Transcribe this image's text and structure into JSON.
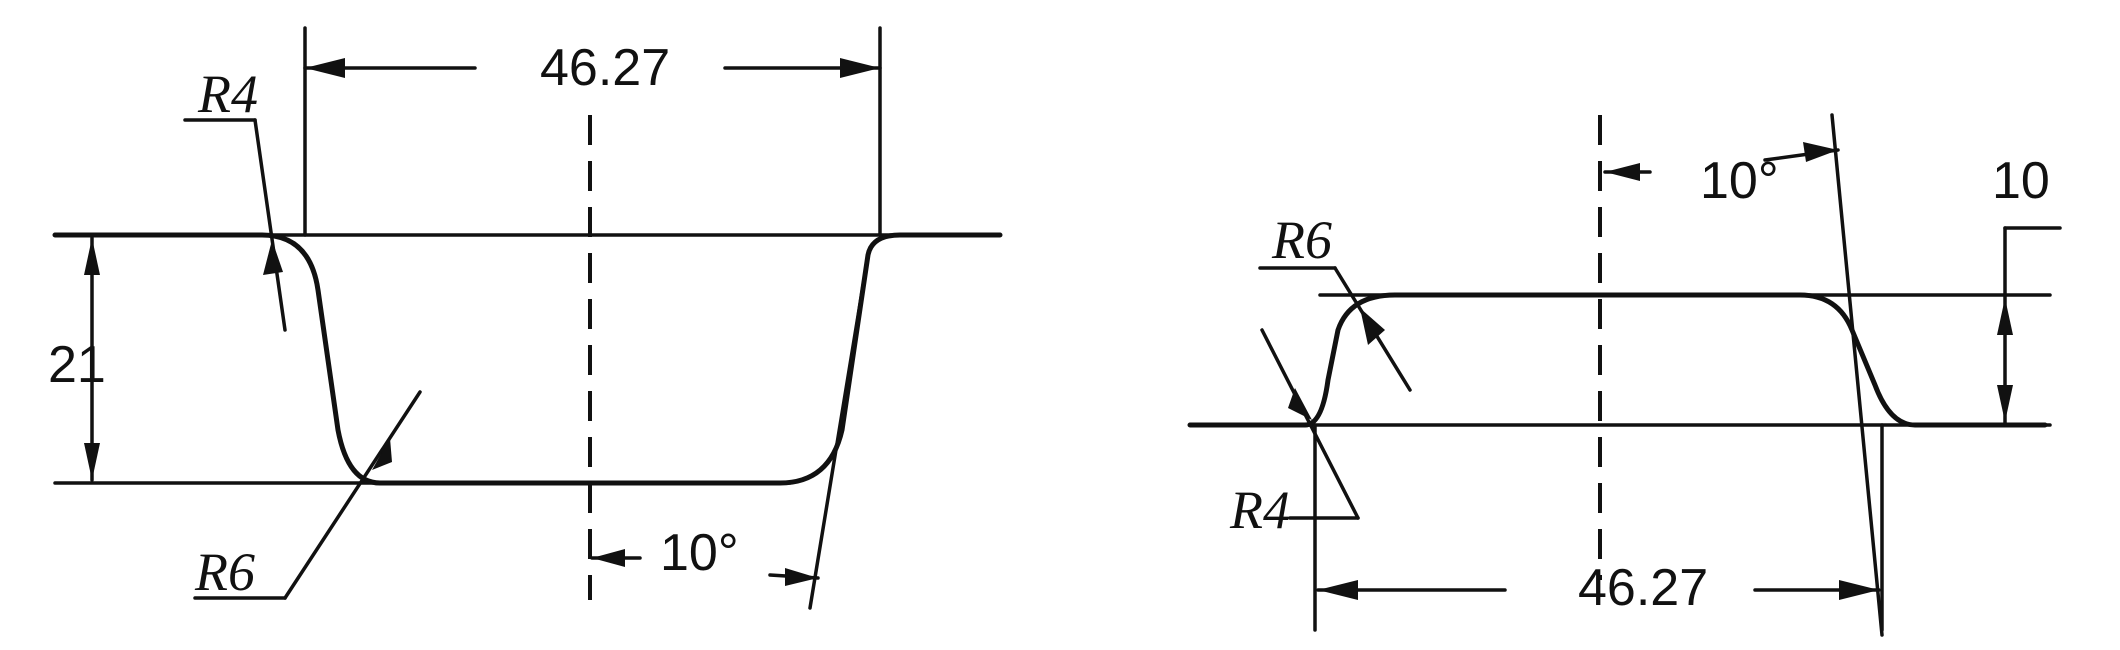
{
  "left_view": {
    "width_dim": "46.27",
    "depth_dim": "21",
    "angle_dim": "10°",
    "top_radius": "R4",
    "bottom_radius": "R6"
  },
  "right_view": {
    "width_dim": "46.27",
    "height_dim": "10",
    "angle_dim": "10°",
    "top_radius": "R6",
    "bottom_radius": "R4"
  }
}
